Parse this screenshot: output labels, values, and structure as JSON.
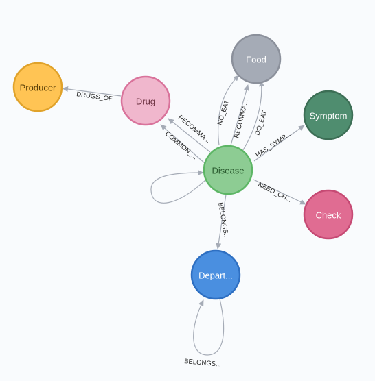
{
  "graph": {
    "nodes": [
      {
        "id": "producer",
        "label": "Producer",
        "fill": "#ffc454",
        "stroke": "#e0a22a",
        "text_color": "#5a3f07"
      },
      {
        "id": "drug",
        "label": "Drug",
        "fill": "#f0b7cd",
        "stroke": "#d9739b",
        "text_color": "#6b3040"
      },
      {
        "id": "food",
        "label": "Food",
        "fill": "#a5abb6",
        "stroke": "#8b909b",
        "text_color": "#ffffff"
      },
      {
        "id": "symptom",
        "label": "Symptom",
        "fill": "#4f8d6f",
        "stroke": "#3c6e55",
        "text_color": "#ffffff"
      },
      {
        "id": "disease",
        "label": "Disease",
        "fill": "#8dcc93",
        "stroke": "#5db665",
        "text_color": "#2a5a2e"
      },
      {
        "id": "check",
        "label": "Check",
        "fill": "#e06c92",
        "stroke": "#c64a74",
        "text_color": "#ffffff"
      },
      {
        "id": "department",
        "label": "Depart...",
        "fill": "#4a8fe0",
        "stroke": "#2e6fc2",
        "text_color": "#ffffff"
      }
    ],
    "edges": [
      {
        "label": "DRUGS_OF"
      },
      {
        "label": "RECOMMA..."
      },
      {
        "label": "COMMON_..."
      },
      {
        "label": "NO_EAT"
      },
      {
        "label": "RECOMMA..."
      },
      {
        "label": "DO_EAT"
      },
      {
        "label": "HAS_SYMP..."
      },
      {
        "label": "NEED_CH..."
      },
      {
        "label": "BELONGS..."
      },
      {
        "label": "BELONGS..."
      }
    ]
  }
}
